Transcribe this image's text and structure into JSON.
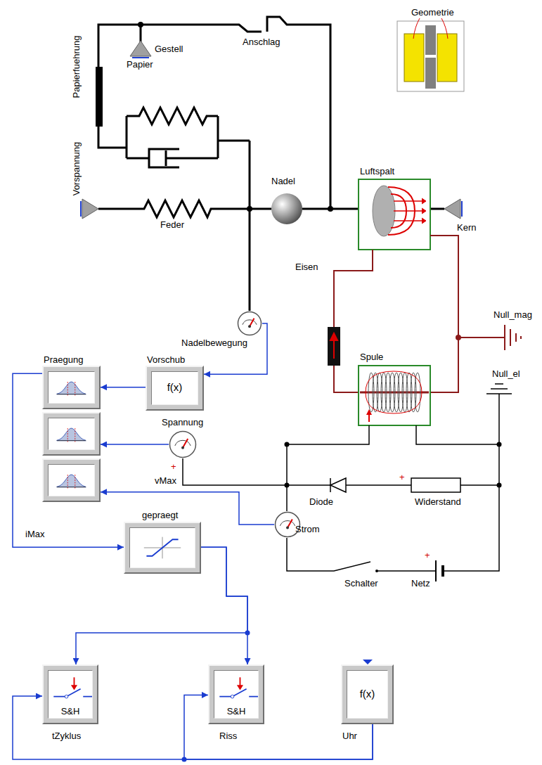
{
  "diagram": {
    "nodes": [
      {
        "text": [
          "Nadelbewegung"
        ]
      },
      {
        "text": [
          "Vorschub",
          "f(x)"
        ]
      },
      {
        "text": [
          "Praegung"
        ]
      },
      {
        "text": [
          "vMax"
        ]
      },
      {
        "text": [
          "iMax"
        ]
      },
      {
        "text": [
          "Spannung"
        ]
      },
      {
        "text": [
          "Strom"
        ]
      },
      {
        "text": [
          "gepraegt"
        ]
      },
      {
        "text": [
          "S&H",
          "tZyklus"
        ]
      },
      {
        "text": [
          "S&H",
          "Riss"
        ]
      },
      {
        "text": [
          "f(x)",
          "Uhr"
        ]
      }
    ],
    "edges": [
      {
        "from": 0,
        "to": 1,
        "arrow": "to"
      },
      {
        "from": 1,
        "to": 2,
        "arrow": "to"
      },
      {
        "from": 5,
        "to": 3,
        "arrow": "to"
      },
      {
        "from": 6,
        "to": 4,
        "arrow": "to"
      },
      {
        "from": 2,
        "to": 7,
        "arrow": "to"
      },
      {
        "from": 7,
        "to": 8,
        "arrow": "to"
      },
      {
        "from": 7,
        "to": 9,
        "arrow": "to"
      },
      {
        "from": 10,
        "to": 8,
        "arrow": "to"
      },
      {
        "from": 10,
        "to": 9,
        "arrow": "to"
      }
    ],
    "labels": [
      "Papierfuehrung",
      "Gestell",
      "Papier",
      "Anschlag",
      "Geometrie",
      "Vorspannung",
      "Feder",
      "Nadel",
      "Luftspalt",
      "Kern",
      "Eisen",
      "Null_mag",
      "Spule",
      "Null_el",
      "+",
      "Diode",
      "Widerstand",
      "+",
      "+",
      "Schalter",
      "Netz"
    ]
  }
}
